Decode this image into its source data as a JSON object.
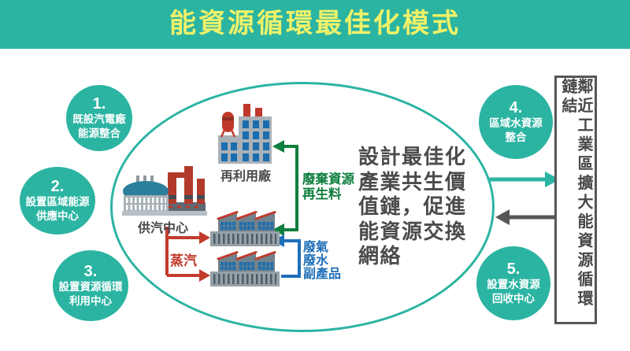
{
  "header": {
    "title": "能資源循環最佳化模式"
  },
  "steps": [
    {
      "num": "1.",
      "line1": "既設汽電廠",
      "line2": "能源整合"
    },
    {
      "num": "2.",
      "line1": "設置區域能源",
      "line2": "供應中心"
    },
    {
      "num": "3.",
      "line1": "設置資源循環",
      "line2": "利用中心"
    },
    {
      "num": "4.",
      "line1": "區域水資源",
      "line2": "整合"
    },
    {
      "num": "5.",
      "line1": "設置水資源",
      "line2": "回收中心"
    }
  ],
  "diagram": {
    "reuse_plant_label": "再利用廠",
    "steam_center_label": "供汽中心",
    "recycle_flow_line1": "廢棄資源",
    "recycle_flow_line2": "再生料",
    "steam_flow_label": "蒸汽",
    "byproduct_flow_line1": "廢氣",
    "byproduct_flow_line2": "廢水",
    "byproduct_flow_line3": "副產品",
    "center_line1": "設計最佳化",
    "center_line2": "產業共生價",
    "center_line3": "值鏈，促進",
    "center_line4": "能資源交換",
    "center_line5": "網絡"
  },
  "side_box": {
    "text": "鄰近工業區擴大能資源循環鏈結"
  },
  "colors": {
    "teal": "#2bb4a2",
    "title_yellow": "#eef169",
    "green": "#0e7f3e",
    "red": "#c23b2d",
    "blue": "#1e6fb8",
    "text_gray": "#4b4b4b",
    "box_border": "#565656"
  }
}
